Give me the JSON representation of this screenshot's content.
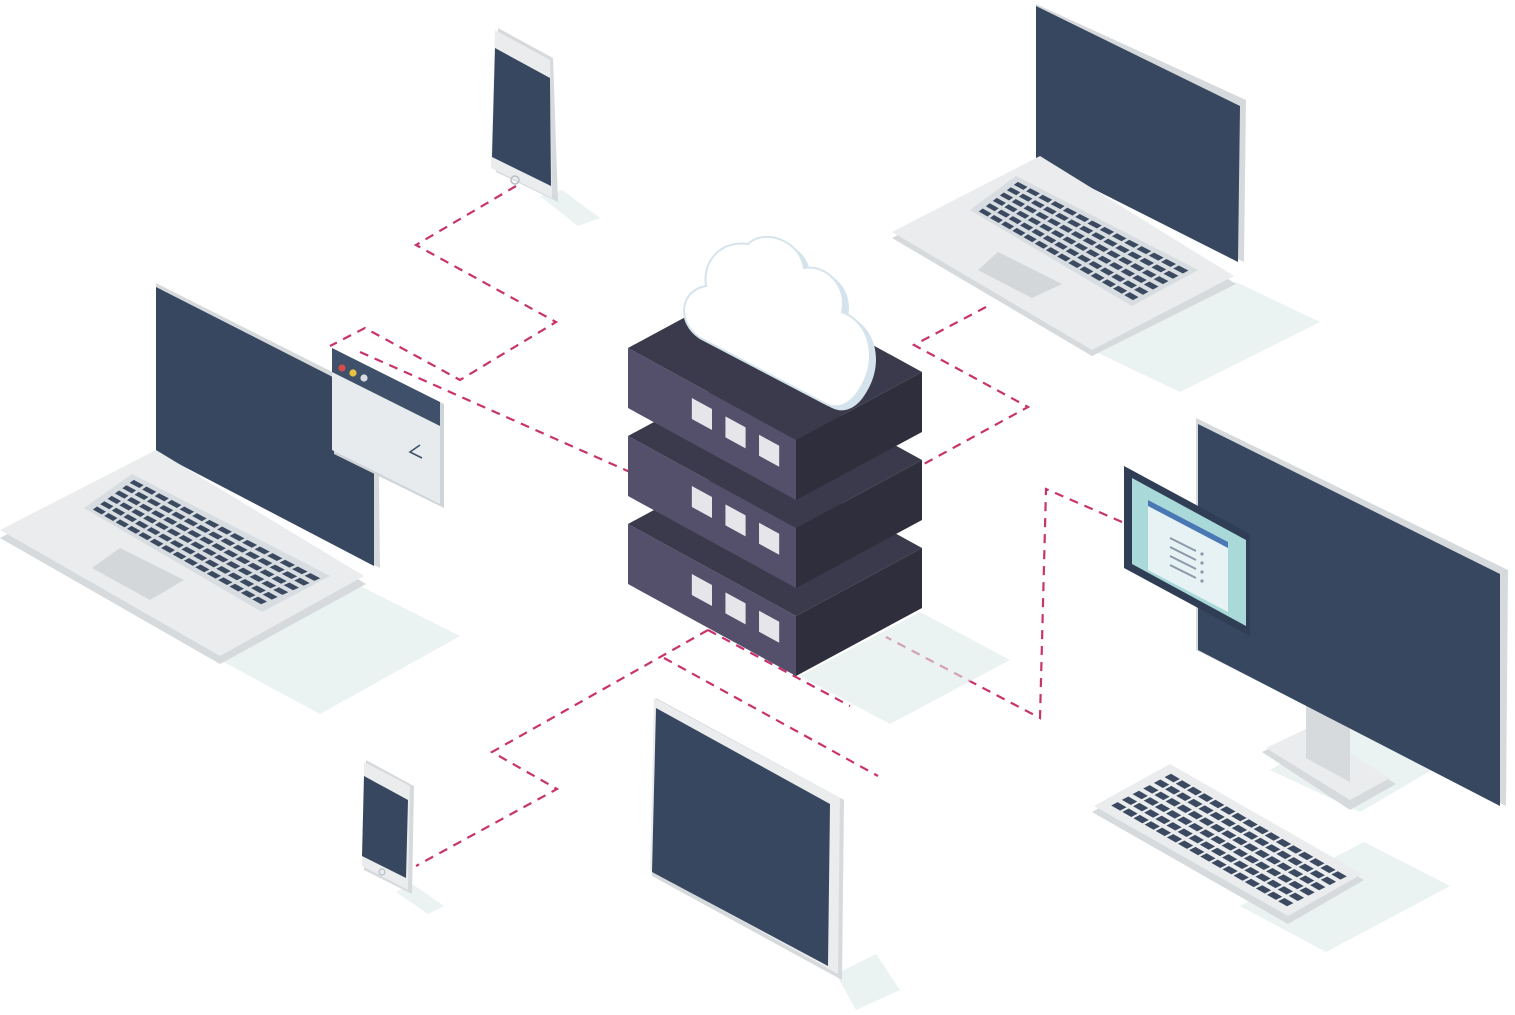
{
  "diagram": {
    "theme": {
      "background": "#ffffff",
      "device_dark": "#36475f",
      "device_body": "#eaeced",
      "device_edge": "#d6dadc",
      "key_color": "#3b4a60",
      "server_top": "#3a3a4c",
      "server_front": "#54506b",
      "server_side": "#2e2e3c",
      "server_light": "#e6e6ea",
      "cloud_fill": "#ffffff",
      "cloud_edge": "#d5e4ec",
      "connection_color": "#c9336c",
      "shadow_color": "#dceae9",
      "window_titlebar": "#3f506a",
      "window_body": "#e8ebed",
      "panel_screen": "#a9d9d8",
      "panel_accent": "#4a78b4"
    },
    "center": {
      "type": "cloud-server",
      "icon": "cloud-server-icon",
      "rack_units": 3,
      "lights_per_unit": 3
    },
    "devices": [
      {
        "id": "phone-top",
        "type": "smartphone",
        "icon": "smartphone-icon"
      },
      {
        "id": "laptop-top-right",
        "type": "laptop",
        "icon": "laptop-icon"
      },
      {
        "id": "laptop-left",
        "type": "laptop",
        "icon": "laptop-icon"
      },
      {
        "id": "browser-window",
        "type": "window",
        "icon": "browser-window-icon",
        "title_dots": [
          "#d64b4b",
          "#e8c040",
          "#d8dde2"
        ]
      },
      {
        "id": "desktop-right",
        "type": "desktop-monitor",
        "icon": "monitor-icon"
      },
      {
        "id": "keyboard-right",
        "type": "keyboard",
        "icon": "keyboard-icon"
      },
      {
        "id": "info-panel",
        "type": "panel",
        "icon": "document-panel-icon"
      },
      {
        "id": "tablet-bottom",
        "type": "tablet",
        "icon": "tablet-icon"
      },
      {
        "id": "phone-bottom",
        "type": "smartphone",
        "icon": "smartphone-icon"
      }
    ]
  }
}
